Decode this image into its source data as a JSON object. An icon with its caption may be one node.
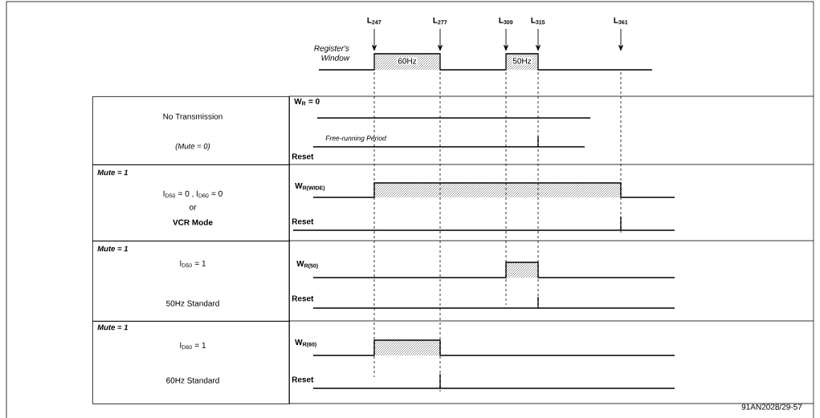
{
  "diagram": {
    "nodes": [
      {
        "text": [
          "No Transmission",
          "(Mute = 0)"
        ]
      },
      {
        "text": [
          "Mute = 1",
          "I$_{D50}$ = 0 , I$_{D60}$ = 0",
          "or",
          "VCR Mode"
        ]
      },
      {
        "text": [
          "Mute = 1",
          "I$_{D50}$ = 1",
          "50Hz Standard"
        ]
      },
      {
        "text": [
          "Mute = 1",
          "I$_{D60}$ = 1",
          "60Hz Standard"
        ]
      }
    ],
    "labels": [
      "L$_{247}$",
      "L$_{277}$",
      "L$_{309}$",
      "L$_{315}$",
      "L$_{361}$",
      "Register's Window",
      "60Hz",
      "50Hz",
      "W$_{R}$ = 0",
      "Free-running Period",
      "Reset",
      "W$_{R(WIDE)}$",
      "Reset",
      "W$_{R(50)}$",
      "Reset",
      "W$_{R(60)}$",
      "Reset",
      "91AN2028/29-57"
    ]
  }
}
